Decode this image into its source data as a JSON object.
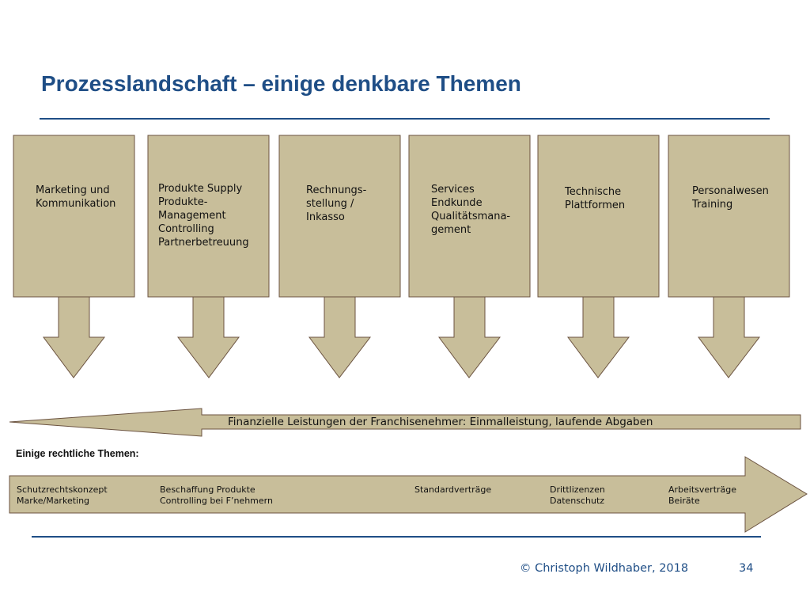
{
  "title": "Prozesslandschaft – einige denkbare Themen",
  "process_boxes": [
    {
      "lines": [
        "Marketing und",
        "Kommunikation"
      ]
    },
    {
      "lines": [
        "Produkte Supply",
        "Produkte-",
        "Management",
        "Controlling",
        "Partnerbetreuung"
      ]
    },
    {
      "lines": [
        "Rechnungs-",
        "stellung /",
        "Inkasso"
      ]
    },
    {
      "lines": [
        "Services",
        "Endkunde",
        "Qualitätsmana-",
        "gement"
      ]
    },
    {
      "lines": [
        "Technische",
        "Plattformen"
      ]
    },
    {
      "lines": [
        "Personalwesen",
        "Training"
      ]
    }
  ],
  "finance_arrow": {
    "label": "Finanzielle Leistungen der Franchisenehmer: Einmalleistung, laufende Abgaben"
  },
  "legal": {
    "heading": "Einige rechtliche Themen:",
    "items": [
      {
        "lines": [
          "Schutzrechtskonzept",
          "Marke/Marketing"
        ]
      },
      {
        "lines": [
          "Beschaffung Produkte",
          "Controlling bei F’nehmern"
        ]
      },
      {
        "lines": [
          "Standardverträge"
        ]
      },
      {
        "lines": [
          "Drittlizenzen",
          "Datenschutz"
        ]
      },
      {
        "lines": [
          "Arbeitsverträge",
          "Beiräte"
        ]
      }
    ]
  },
  "footer": {
    "copyright": "© Christoph Wildhaber, 2018",
    "page_number": "34"
  },
  "colors": {
    "title": "#1f4e86",
    "shape_fill": "#c8be9a",
    "shape_stroke": "#6b5340"
  }
}
